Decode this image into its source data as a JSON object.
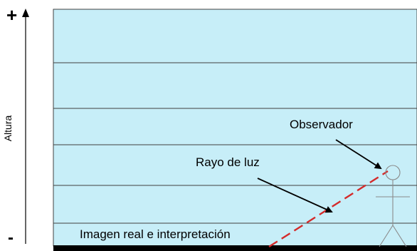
{
  "axis": {
    "label": "Altura",
    "top_marker": "+",
    "bottom_marker": "-"
  },
  "labels": {
    "observer": "Observador",
    "light_ray": "Rayo de luz",
    "image": "Imagen real e interpretación"
  },
  "colors": {
    "atmosphere_fill": "#c7eef8",
    "layer_lines": "#404040",
    "ground": "#000000",
    "light_ray": "#d42a2a",
    "arrows": "#000000",
    "observer_figure": "#8a8a8a"
  },
  "layers": {
    "count": 6
  }
}
